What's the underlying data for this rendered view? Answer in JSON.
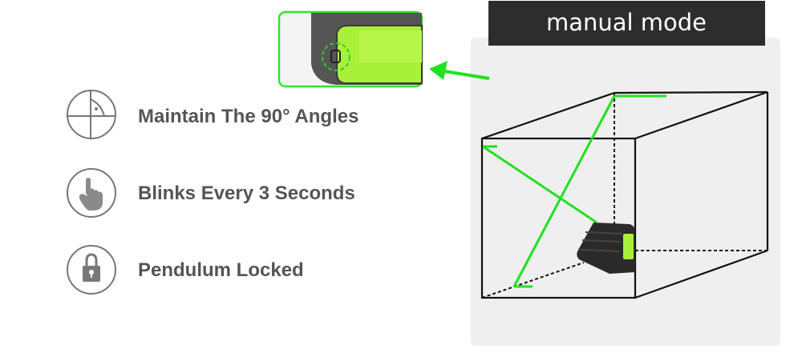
{
  "header": {
    "title": "manual mode"
  },
  "features": [
    {
      "icon": "right-angle-crosshair-icon",
      "label": "Maintain The 90° Angles"
    },
    {
      "icon": "pointing-hand-icon",
      "label": "Blinks Every 3 Seconds"
    },
    {
      "icon": "padlock-icon",
      "label": "Pendulum Locked"
    }
  ],
  "colors": {
    "laser_green": "#22e022",
    "text_gray": "#555555",
    "title_bg": "#2d2d2d",
    "panel_bg": "#efefef"
  }
}
